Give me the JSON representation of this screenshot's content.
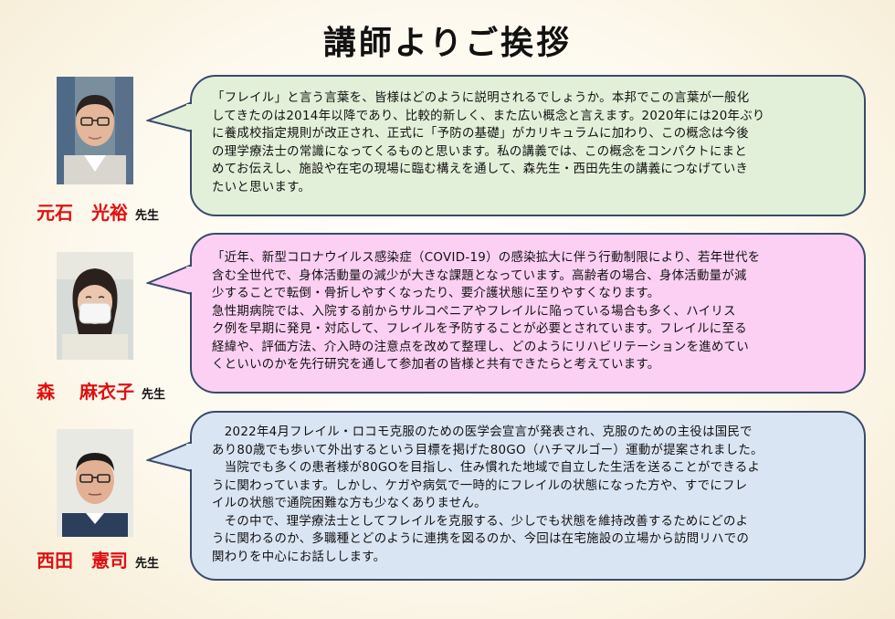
{
  "title": "講師よりご挨拶",
  "colors": {
    "bubble1": "#e2f0d9",
    "bubble2": "#fbd0f3",
    "bubble3": "#dae5f3",
    "name": "#e01010"
  },
  "lecturers": [
    {
      "name": "元石　光裕",
      "suffix": "先生",
      "photo": "lecturer-photo-motoishi",
      "message": "「フレイル」と言う言葉を、皆様はどのように説明されるでしょうか。本邦でこの言葉が一般化\nしてきたのは2014年以降であり、比較的新しく、また広い概念と言えます。2020年には20年ぶり\nに養成校指定規則が改正され、正式に「予防の基礎」がカリキュラムに加わり、この概念は今後\nの理学療法士の常識になってくるものと思います。私の講義では、この概念をコンパクトにまと\nめてお伝えし、施設や在宅の現場に臨む構えを通して、森先生・西田先生の講義につなげていき\nたいと思います。"
    },
    {
      "name": "森　 麻衣子",
      "suffix": "先生",
      "photo": "lecturer-photo-mori",
      "message": "「近年、新型コロナウイルス感染症（COVID-19）の感染拡大に伴う行動制限により、若年世代を\n含む全世代で、身体活動量の減少が大きな課題となっています。高齢者の場合、身体活動量が減\n少することで転倒・骨折しやすくなったり、要介護状態に至りやすくなります。\n 急性期病院では、入院する前からサルコペニアやフレイルに陥っている場合も多く、ハイリス\nク例を早期に発見・対応して、フレイルを予防することが必要とされています。フレイルに至る\n経緯や、評価方法、介入時の注意点を改めて整理し、どのようにリハビリテーションを進めてい\nくといいのかを先行研究を通して参加者の皆様と共有できたらと考えています。"
    },
    {
      "name": "西田　憲司",
      "suffix": "先生",
      "photo": "lecturer-photo-nishida",
      "message": "　2022年4月フレイル・ロコモ克服のための医学会宣言が発表され、克服のための主役は国民で\nあり80歳でも歩いて外出するという目標を掲げた80GO（ハチマルゴー）運動が提案されました。\n　当院でも多くの患者様が80GOを目指し、住み慣れた地域で自立した生活を送ることができるよ\nうに関わっています。しかし、ケガや病気で一時的にフレイルの状態になった方や、すでにフレ\nイルの状態で通院困難な方も少なくありません。\n　その中で、理学療法士としてフレイルを克服する、少しでも状態を維持改善するためにどのよ\nうに関わるのか、多職種とどのように連携を図るのか、今回は在宅施設の立場から訪問リハでの\n関わりを中心にお話しします。"
    }
  ]
}
